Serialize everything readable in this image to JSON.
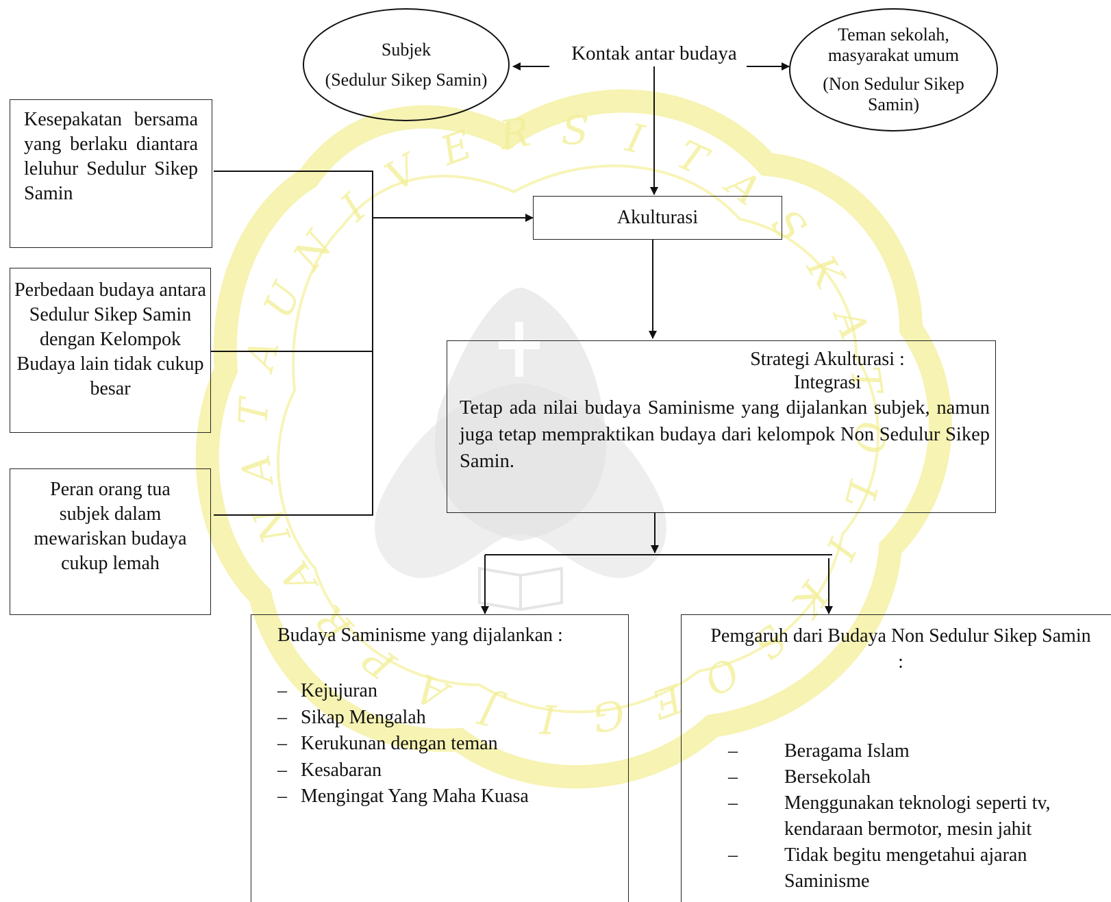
{
  "watermark": {
    "name": "university-seal",
    "letters": [
      "U",
      "N",
      "I",
      "V",
      "E",
      "R",
      "S",
      "I",
      "T",
      "A",
      "S",
      "K",
      "A",
      "T",
      "O",
      "L",
      "I",
      "K",
      "S",
      "O",
      "E",
      "G",
      "I",
      "J",
      "A",
      "P",
      "R",
      "A",
      "N",
      "A",
      "T",
      "A"
    ],
    "color_primary": "#f3ef9a",
    "color_secondary": "#e9e9e9"
  },
  "diagram": {
    "subject_ellipse": {
      "title": "Subjek",
      "subtitle": "(Sedulur Sikep Samin)"
    },
    "contact_label": "Kontak antar budaya",
    "other_ellipse": {
      "line1": "Teman sekolah,",
      "line2": "masyarakat umum",
      "line3": "(Non Sedulur Sikep",
      "line4": "Samin)"
    },
    "factor_agreement": "Kesepakatan bersama yang berlaku diantara leluhur Sedulur Sikep Samin",
    "factor_difference": "Perbedaan budaya antara Sedulur Sikep Samin dengan Kelompok Budaya lain tidak cukup besar",
    "factor_parents": "Peran orang tua subjek dalam mewariskan budaya cukup lemah",
    "acculturation": "Akulturasi",
    "strategy": {
      "title": "Strategi Akulturasi :",
      "subtitle": "Integrasi",
      "description": "Tetap ada nilai budaya Saminisme yang dijalankan subjek, namun juga tetap mempraktikan budaya dari kelompok Non Sedulur Sikep Samin."
    },
    "samin_culture": {
      "title": "Budaya Saminisme yang dijalankan :",
      "items": [
        "Kejujuran",
        "Sikap Mengalah",
        "Kerukunan dengan teman",
        "Kesabaran",
        "Mengingat Yang Maha Kuasa"
      ]
    },
    "non_samin_influence": {
      "title": "Pemgaruh dari Budaya Non Sedulur Sikep Samin :",
      "items": [
        "Beragama Islam",
        "Bersekolah",
        "Menggunakan teknologi seperti tv, kendaraan bermotor, mesin jahit",
        "Tidak begitu mengetahui ajaran Saminisme"
      ]
    },
    "dash_symbol": "–"
  }
}
